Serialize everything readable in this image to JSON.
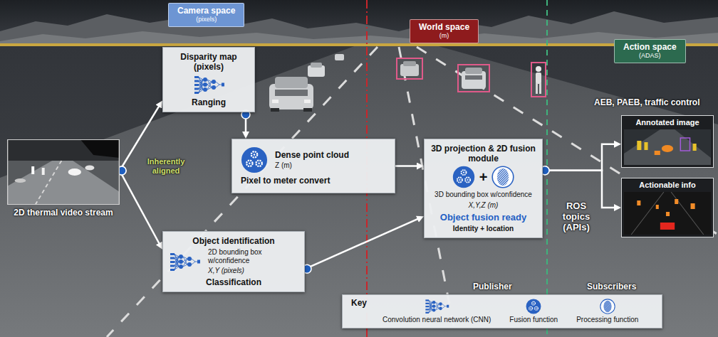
{
  "diagram": {
    "nodes": [
      {
        "text": [
          "Camera space",
          "(pixels)"
        ]
      },
      {
        "text": [
          "World space",
          "(m)"
        ]
      },
      {
        "text": [
          "Action space",
          "(ADAS)"
        ]
      },
      {
        "text": [
          "Disparity map (pixels)",
          "Ranging"
        ]
      },
      {
        "text": [
          "2D thermal video stream"
        ]
      },
      {
        "text": [
          "Dense point cloud",
          "Z (m)",
          "Pixel to meter convert"
        ]
      },
      {
        "text": [
          "3D projection & 2D fusion module",
          "+",
          "3D bounding box w/confidence",
          "X,Y,Z (m)",
          "Object fusion ready",
          "Identity + location"
        ]
      },
      {
        "text": [
          "Annotated image"
        ]
      },
      {
        "text": [
          "Actionable info"
        ]
      },
      {
        "text": [
          "Object identification",
          "2D bounding box w/confidence",
          "X,Y (pixels)",
          "Classification"
        ]
      },
      {
        "text": [
          "Key"
        ]
      }
    ],
    "edges": [
      {
        "from": 4,
        "to": 3,
        "arrow": "to"
      },
      {
        "from": 4,
        "to": 9,
        "arrow": "to"
      },
      {
        "from": 3,
        "to": 5,
        "arrow": "to"
      },
      {
        "from": 5,
        "to": 6,
        "arrow": "to"
      },
      {
        "from": 9,
        "to": 6,
        "arrow": "to"
      },
      {
        "from": 6,
        "to": 7,
        "arrow": "to"
      },
      {
        "from": 6,
        "to": 8,
        "arrow": "to"
      }
    ],
    "labels": [
      "Inherently aligned",
      "AEB, PAEB, traffic control",
      "ROS topics (APIs)",
      "Publisher",
      "Subscribers"
    ],
    "legend": [
      {
        "text": "Convolution neural network (CNN)"
      },
      {
        "text": "Fusion function"
      },
      {
        "text": "Processing function"
      }
    ]
  }
}
